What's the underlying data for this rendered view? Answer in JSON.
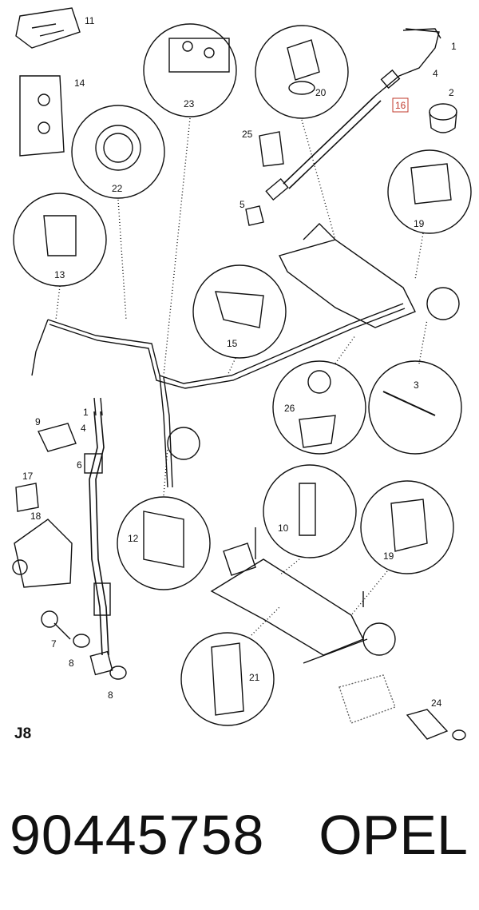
{
  "diagram": {
    "page_code": "J8",
    "highlighted_part": "16",
    "callouts": {
      "c1_top": "1",
      "c2": "2",
      "c4_top": "4",
      "c16": "16",
      "c20": "20",
      "c23": "23",
      "c11": "11",
      "c14": "14",
      "c22": "22",
      "c25": "25",
      "c5": "5",
      "c19_top": "19",
      "c13": "13",
      "c15": "15",
      "c26": "26",
      "c3": "3",
      "c9": "9",
      "c1_left": "1",
      "c4_left": "4",
      "c6": "6",
      "c17": "17",
      "c18": "18",
      "c12": "12",
      "c10": "10",
      "c19_bottom": "19",
      "c7": "7",
      "c8_a": "8",
      "c8_b": "8",
      "c21": "21",
      "c24": "24"
    }
  },
  "footer": {
    "part_number": "90445758",
    "brand": "OPEL"
  },
  "colors": {
    "ink": "#111111",
    "highlight": "#c0392b",
    "background": "#ffffff"
  }
}
